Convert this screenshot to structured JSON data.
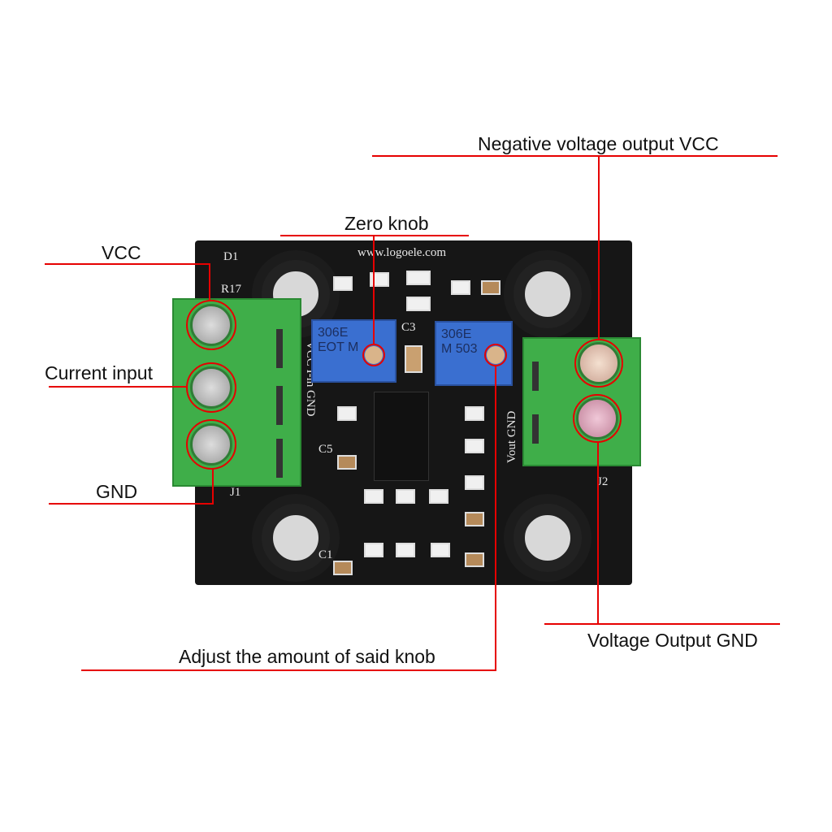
{
  "labels": {
    "neg_vcc": "Negative voltage output VCC",
    "zero_knob": "Zero knob",
    "vcc": "VCC",
    "current_input": "Current input",
    "gnd": "GND",
    "adjust_knob": "Adjust the amount of said knob",
    "vout_gnd": "Voltage Output GND"
  },
  "board": {
    "url": "www.logoele.com",
    "pot_left": "306E\nEOT M",
    "pot_right": "306E\nM 503",
    "silk_left": "VCC  I-in  GND",
    "silk_right": "Vout  GND",
    "d1": "D1",
    "r17": "R17",
    "j1": "J1",
    "j2": "J2",
    "c3": "C3",
    "c5": "C5",
    "c1": "C1"
  },
  "colors": {
    "annotation": "#e60000",
    "pcb": "#161616",
    "terminal": "#3fae49",
    "pot": "#3a6fd0"
  }
}
